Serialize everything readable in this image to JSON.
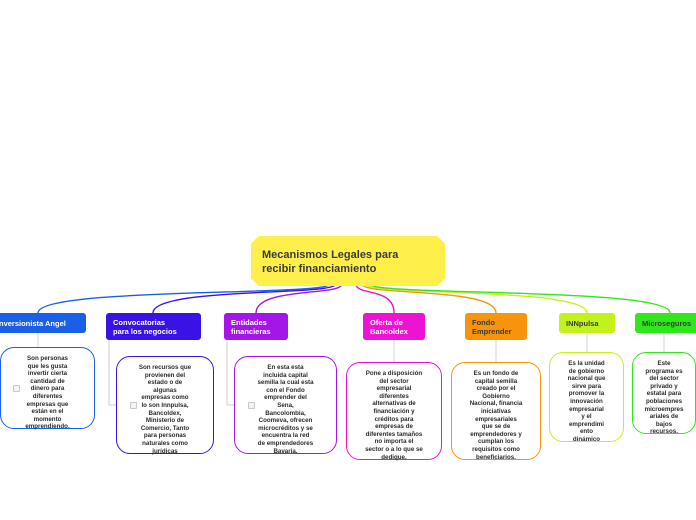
{
  "central": {
    "line1": "Mecanismos Legales para",
    "line2": "recibir financiamiento",
    "color": "#ffef4a"
  },
  "topics": [
    {
      "lines": [
        "nversionista Angel"
      ],
      "color": "#1a5fe8",
      "note": "Son personas\nque les gusta\ninvertir cierta\ncantidad de\ndinero para\ndiferentes\nempresas que\nestán en el\nmomento\nemprendiendo."
    },
    {
      "lines": [
        "Convocatorias",
        "para los negocios"
      ],
      "color": "#3a12e6",
      "note": "Son recursos que\nprovienen del\nestado o de\nalgunas\nempresas como\nlo son Innpulsa,\nBancoldex,\nMinisterio de\nComercio, Tanto\npara personas\nnaturales como\njurídicas"
    },
    {
      "lines": [
        "Entidades",
        "financieras"
      ],
      "color": "#a416e8",
      "note": "En esta esta\nincluida capital\nsemilla la cual esta\ncon el Fondo\nemprender del\nSena,\nBancolombia,\nCoomeva, ofrecen\nmicrocréditos y se\nencuentra la red\nde emprendedores\nBavaria."
    },
    {
      "lines": [
        "Oferta de",
        "Bancoldex"
      ],
      "color": "#ee12d2",
      "note": "Pone a disposición\ndel sector\nempresarial\ndiferentes\nalternativas de\nfinanciación y\ncréditos para\nempresas de\ndiferentes tamaños\nno importa el\nsector o a lo que se\ndedique."
    },
    {
      "lines": [
        "Fondo",
        "Emprender"
      ],
      "color": "#f7940c",
      "note": "Es un fondo de\ncapital semilla\ncreado por el\nGobierno\nNacional, financia\niniciativas\nempresariales\nque se de\nemprendedores y\ncumplan los\nrequisitos como\nbeneficiarios."
    },
    {
      "lines": [
        "INNpulsa"
      ],
      "color": "#c2f21a",
      "note": "Es la unidad\nde gobierno\nnacional que\nsirve para\npromover la\ninnovación\nempresarial\ny el\nemprendimi\nento\ndinámico"
    },
    {
      "lines": [
        "Microseguros"
      ],
      "color": "#2ee81a",
      "note": "Este\nprograma es\ndel sector\nprivado y\nestatal para\npoblaciones\nmicroempres\nariales de\nbajos\nrecursos."
    }
  ]
}
